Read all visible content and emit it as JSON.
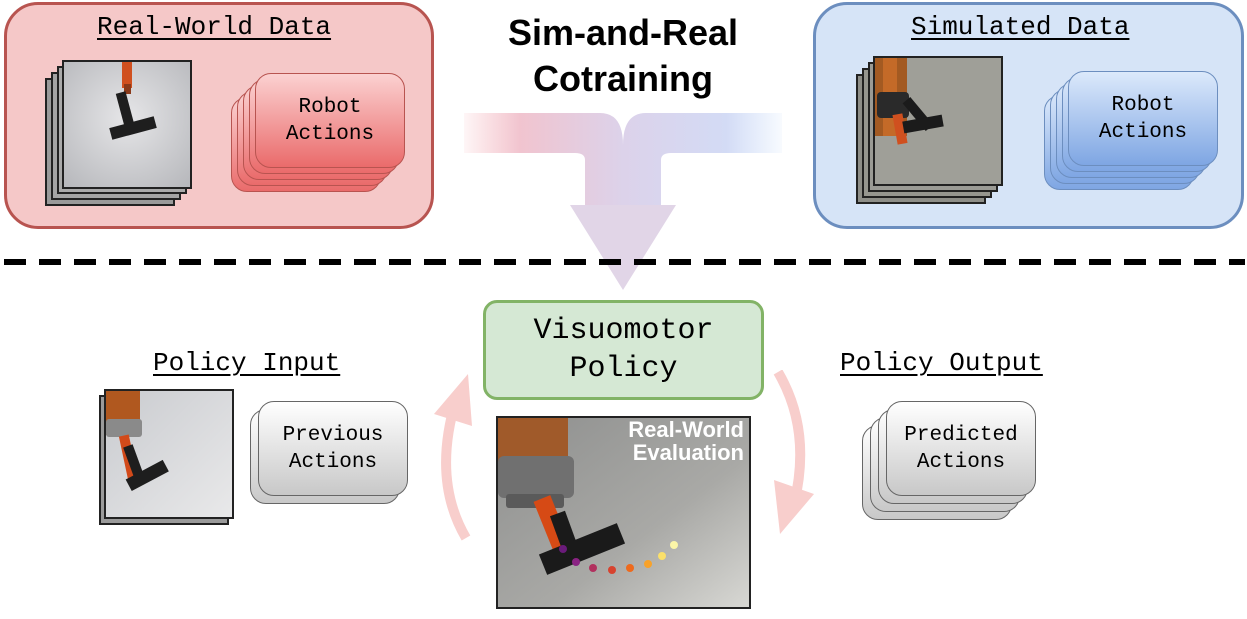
{
  "title": {
    "line1": "Sim-and-Real",
    "line2": "Cotraining"
  },
  "real_panel": {
    "heading": "Real-World Data",
    "card_label": "Robot\nActions"
  },
  "sim_panel": {
    "heading": "Simulated Data",
    "card_label": "Robot\nActions"
  },
  "policy": {
    "line1": "Visuomotor",
    "line2": "Policy"
  },
  "policy_input": {
    "heading": "Policy Input",
    "card_label": "Previous\nActions"
  },
  "policy_output": {
    "heading": "Policy Output",
    "card_label": "Predicted\nActions"
  },
  "evaluation": {
    "line1": "Real-World",
    "line2": "Evaluation"
  },
  "colors": {
    "real": "#f5c8c8",
    "real_border": "#b85450",
    "sim": "#d6e4f7",
    "sim_border": "#6c8ebf",
    "policy": "#d5e8d4",
    "policy_border": "#82b366",
    "merge_arrow": "#e1d5e7",
    "cycle_arrow": "#f8cecc"
  },
  "trajectory_colors": [
    "#6a1b7a",
    "#8a2283",
    "#b1305e",
    "#d7432f",
    "#ee6a1d",
    "#f8a22a",
    "#fbe06a",
    "#fcf6a8"
  ]
}
